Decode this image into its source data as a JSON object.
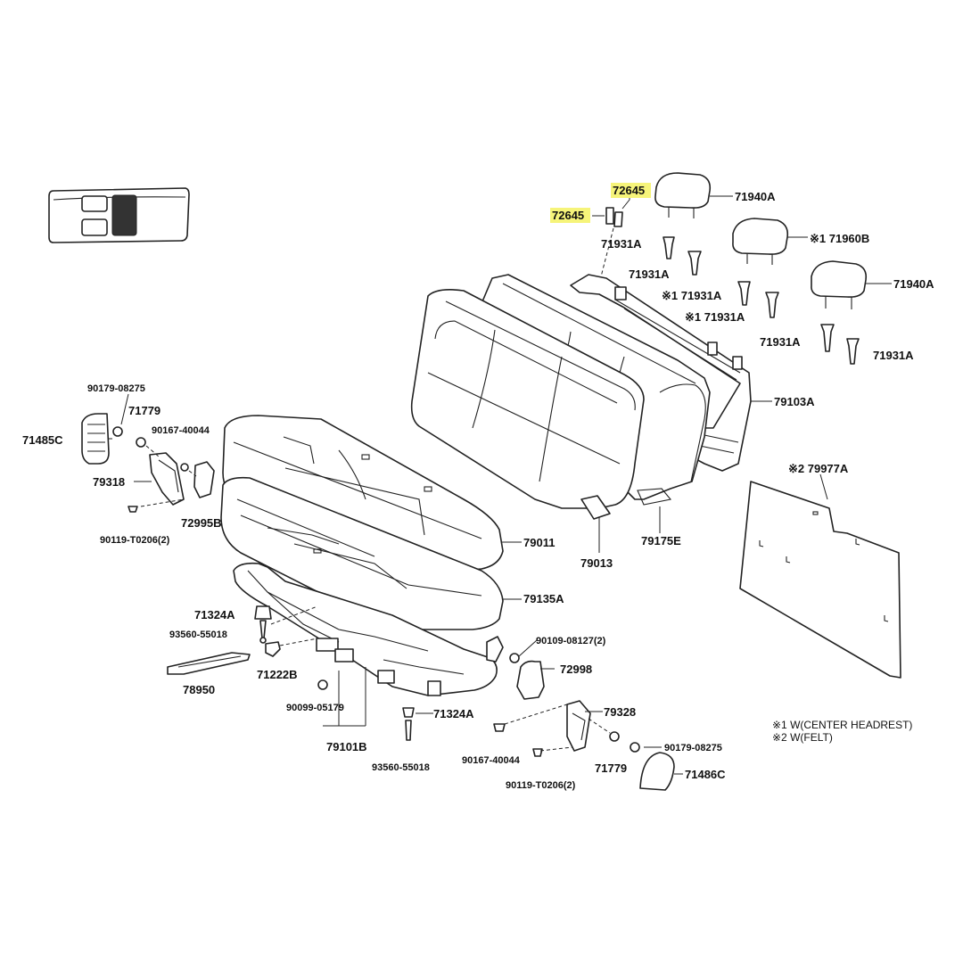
{
  "labels": {
    "p71940A_top": "71940A",
    "p72645_top": "72645",
    "p72645_left": "72645",
    "p71960B": "※1 71960B",
    "p71931A_1": "71931A",
    "p71931A_2": "71931A",
    "p71931A_3": "※1 71931A",
    "p71931A_4": "※1 71931A",
    "p71940A_right": "71940A",
    "p71931A_5": "71931A",
    "p71931A_6": "71931A",
    "p79103A": "79103A",
    "p79977A": "※2 79977A",
    "p90179_08275_top": "90179-08275",
    "p71779_top": "71779",
    "p71485C": "71485C",
    "p90167_40044_top": "90167-40044",
    "p79318": "79318",
    "p72995B": "72995B",
    "p90119_T0206_left": "90119-T0206(2)",
    "p79011": "79011",
    "p79013": "79013",
    "p79175E": "79175E",
    "p79135A": "79135A",
    "p71324A_left": "71324A",
    "p93560_55018_left": "93560-55018",
    "p78950": "78950",
    "p71222B": "71222B",
    "p90109_08127": "90109-08127(2)",
    "p72998": "72998",
    "p90099_05179": "90099-05179",
    "p71324A_mid": "71324A",
    "p79328": "79328",
    "p79101B": "79101B",
    "p93560_55018_mid": "93560-55018",
    "p90167_40044_bottom": "90167-40044",
    "p90119_T0206_bottom": "90119-T0206(2)",
    "p71779_bottom": "71779",
    "p90179_08275_bottom": "90179-08275",
    "p71486C": "71486C"
  },
  "notes": {
    "note1": "※1 W(CENTER HEADREST)",
    "note2": "※2 W(FELT)"
  },
  "colors": {
    "highlight": "#f6f47a",
    "line": "#222222"
  }
}
